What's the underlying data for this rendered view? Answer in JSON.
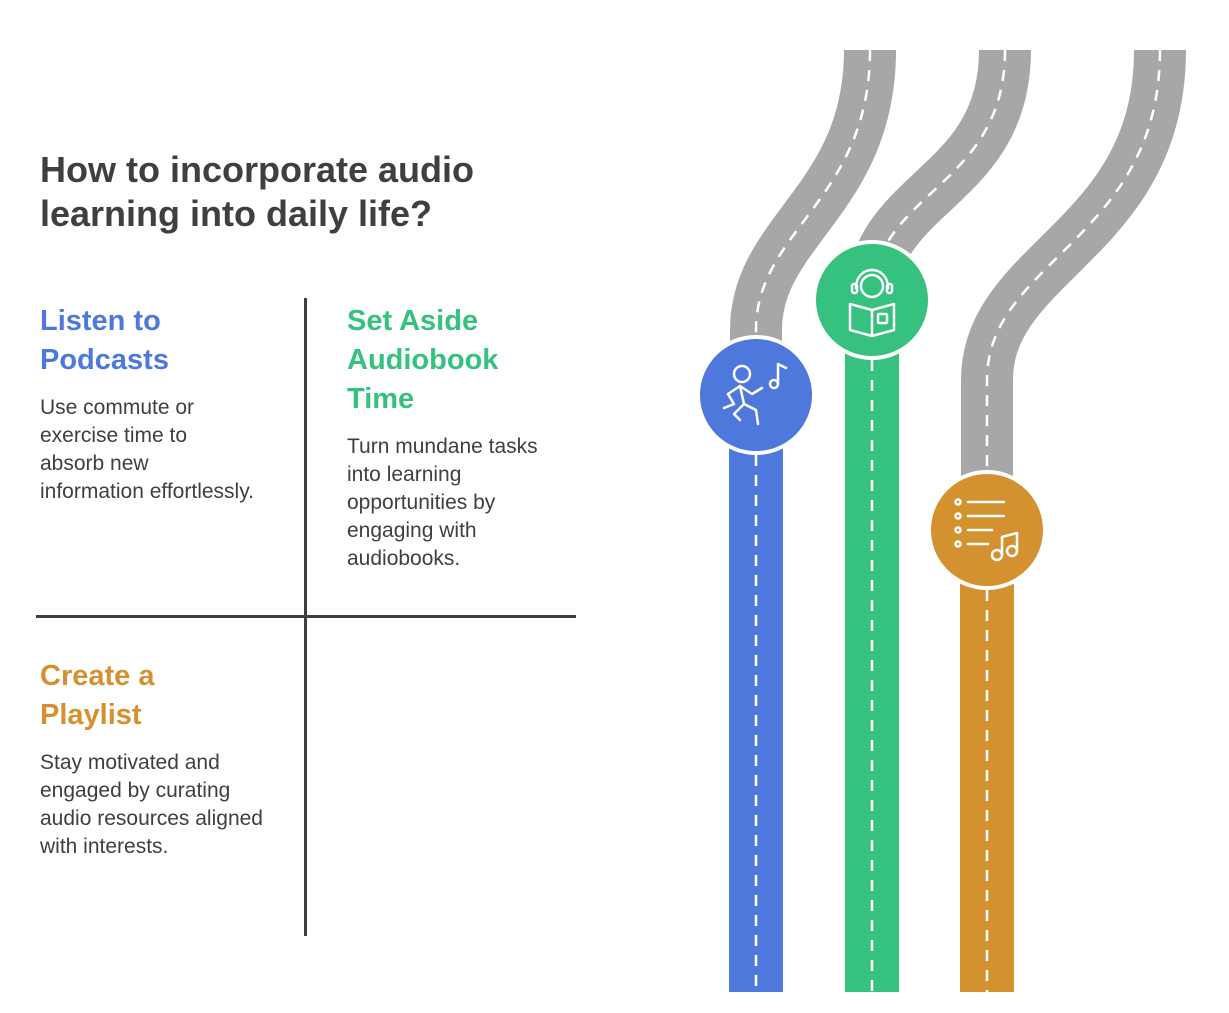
{
  "title": "How to incorporate audio learning into daily life?",
  "items": [
    {
      "heading": "Listen to Podcasts",
      "text": "Use commute or exercise time to absorb new information effortlessly.",
      "color": "#4e78db",
      "icon": "runner-music-icon"
    },
    {
      "heading": "Set Aside Audiobook Time",
      "text": "Turn mundane tasks into learning opportunities by engaging with audiobooks.",
      "color": "#36c17f",
      "icon": "reader-headphones-icon"
    },
    {
      "heading": "Create a Playlist",
      "text": "Stay motivated and engaged by curating audio resources aligned with interests.",
      "color": "#d4912f",
      "icon": "playlist-music-icon"
    }
  ],
  "colors": {
    "road": "#a7a7a7",
    "text": "#3f3f3f",
    "divider": "#3f3f3f"
  }
}
